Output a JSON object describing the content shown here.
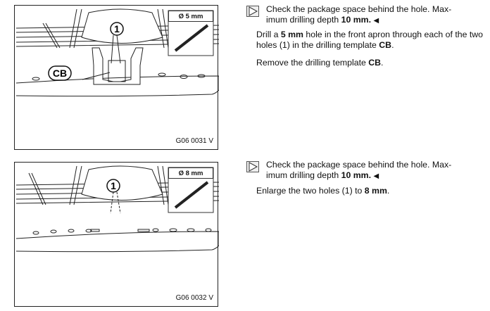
{
  "figures": [
    {
      "code": "G06 0031 V",
      "drill_size": "Ø 5 mm",
      "labels": [
        "1",
        "CB"
      ]
    },
    {
      "code": "G06 0032 V",
      "drill_size": "Ø 8 mm",
      "labels": [
        "1"
      ]
    }
  ],
  "section1": {
    "note_line1": "Check the package space behind the hole. Max-",
    "note_line2a": "imum drilling depth ",
    "note_line2b": "10 mm",
    ".": ".",
    "end_mark": "◀",
    "p1a": "Drill a ",
    "p1b": "5 mm",
    "p1c": " hole in the front apron through each of the two holes (1) in the drilling template ",
    "p1d": "CB",
    "p1e": ".",
    "p2a": "Remove the drilling template ",
    "p2b": "CB",
    "p2c": "."
  },
  "section2": {
    "note_line1": "Check the package space behind the hole. Max-",
    "note_line2a": "imum drilling depth ",
    "note_line2b": "10 mm",
    "end_mark": "◀",
    "p1a": "Enlarge the two holes (1) to ",
    "p1b": "8 mm",
    "p1c": "."
  }
}
